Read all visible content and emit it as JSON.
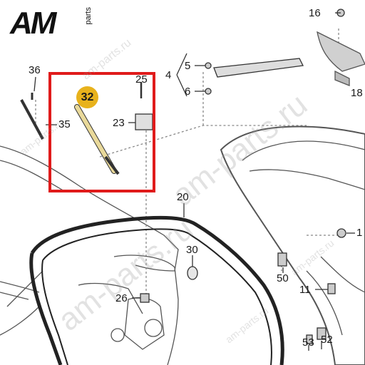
{
  "logo": {
    "main": "AM",
    "suffix": "parts"
  },
  "watermarks": {
    "top_small": "am-parts.ru",
    "left_small": "am-parts.ru",
    "big_1": "am-parts.ru",
    "big_2": "am-parts.ru",
    "right_small": "am-parts.ru",
    "bottom_small": "am-parts.ru"
  },
  "callouts": {
    "p16": "16",
    "p4": "4",
    "p5": "5",
    "p6": "6",
    "p18": "18",
    "p36": "36",
    "p25": "25",
    "p32": "32",
    "p35": "35",
    "p23": "23",
    "p20": "20",
    "p30": "30",
    "p1": "1",
    "p50": "50",
    "p11": "11",
    "p26": "26",
    "p53": "53",
    "p52": "52"
  },
  "colors": {
    "highlight": "#e01b1b",
    "badge": "#e8b21c",
    "strut": "#e9d99a"
  }
}
